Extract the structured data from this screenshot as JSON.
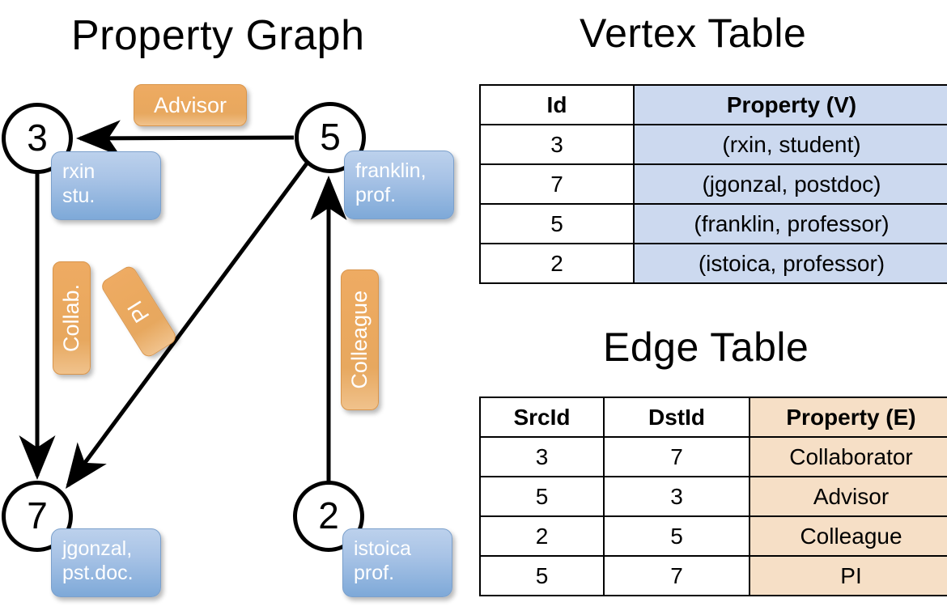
{
  "titles": {
    "graph": "Property Graph",
    "vertex": "Vertex Table",
    "edge": "Edge Table"
  },
  "graph": {
    "nodes": [
      {
        "id": "3",
        "property_line1": "rxin",
        "property_line2": "stu."
      },
      {
        "id": "5",
        "property_line1": "franklin,",
        "property_line2": "prof."
      },
      {
        "id": "7",
        "property_line1": "jgonzal,",
        "property_line2": "pst.doc."
      },
      {
        "id": "2",
        "property_line1": "istoica",
        "property_line2": "prof."
      }
    ],
    "edge_labels": [
      {
        "name": "advisor-label",
        "text": "Advisor"
      },
      {
        "name": "collab-label",
        "text": "Collab."
      },
      {
        "name": "pi-label",
        "text": "PI"
      },
      {
        "name": "colleague-label",
        "text": "Colleague"
      }
    ],
    "edges": [
      {
        "from": "5",
        "to": "3",
        "label": "Advisor"
      },
      {
        "from": "3",
        "to": "7",
        "label": "Collab."
      },
      {
        "from": "5",
        "to": "7",
        "label": "PI"
      },
      {
        "from": "2",
        "to": "5",
        "label": "Colleague"
      }
    ]
  },
  "vertex_table": {
    "headers": [
      "Id",
      "Property (V)"
    ],
    "rows": [
      [
        "3",
        "(rxin, student)"
      ],
      [
        "7",
        "(jgonzal, postdoc)"
      ],
      [
        "5",
        "(franklin, professor)"
      ],
      [
        "2",
        "(istoica, professor)"
      ]
    ]
  },
  "edge_table": {
    "headers": [
      "SrcId",
      "DstId",
      "Property (E)"
    ],
    "rows": [
      [
        "3",
        "7",
        "Collaborator"
      ],
      [
        "5",
        "3",
        "Advisor"
      ],
      [
        "2",
        "5",
        "Colleague"
      ],
      [
        "5",
        "7",
        "PI"
      ]
    ]
  },
  "colors": {
    "vertex_property_fill": "#ccd9ef",
    "edge_property_fill": "#f6dfc6",
    "node_box_blue": "#a8c3e6",
    "edge_label_orange": "#eba95f",
    "stroke": "#000000"
  }
}
